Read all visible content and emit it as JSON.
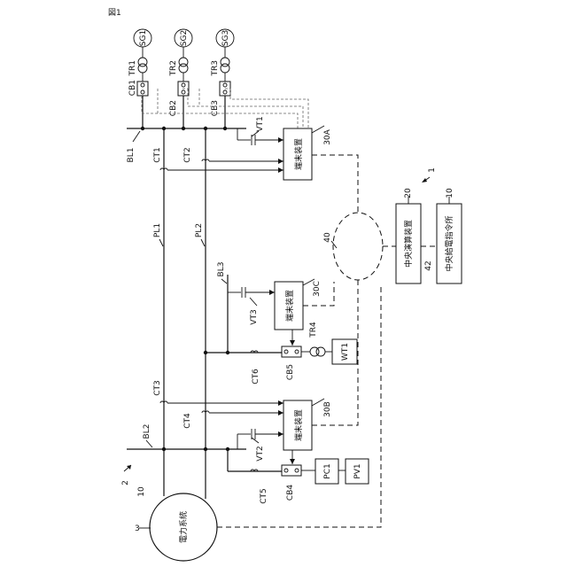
{
  "figure_label": "図1",
  "system": {
    "ref": "1",
    "power_system": "電力系統",
    "power_system_ref": "3",
    "ref2": "2",
    "ref10": "10"
  },
  "generators": [
    {
      "sg": "SG1",
      "tr": "TR1",
      "cb": "CB1"
    },
    {
      "sg": "SG2",
      "tr": "TR2",
      "cb": "CB2"
    },
    {
      "sg": "SG3",
      "tr": "TR3",
      "cb": "CB3"
    }
  ],
  "buses": {
    "bl1": "BL1",
    "bl2": "BL2",
    "bl3": "BL3"
  },
  "lines": {
    "pl1": "PL1",
    "pl2": "PL2"
  },
  "cts": {
    "ct1": "CT1",
    "ct2": "CT2",
    "ct3": "CT3",
    "ct4": "CT4",
    "ct5": "CT5",
    "ct6": "CT6"
  },
  "vts": {
    "vt1": "VT1",
    "vt2": "VT2",
    "vt3": "VT3"
  },
  "terminals": {
    "a": {
      "label": "端末装置",
      "ref": "30A"
    },
    "b": {
      "label": "端末装置",
      "ref": "30B"
    },
    "c": {
      "label": "端末装置",
      "ref": "30C"
    }
  },
  "network": {
    "ref": "40",
    "link_ref": "42"
  },
  "central_computer": {
    "label": "中央演算装置",
    "ref": "20"
  },
  "dispatch_center": {
    "label": "中央給電指令所",
    "ref": "10"
  },
  "loads": {
    "tr4": "TR4",
    "cb5": "CB5",
    "wt1": "WT1",
    "cb4": "CB4",
    "pc1": "PC1",
    "pv1": "PV1"
  }
}
